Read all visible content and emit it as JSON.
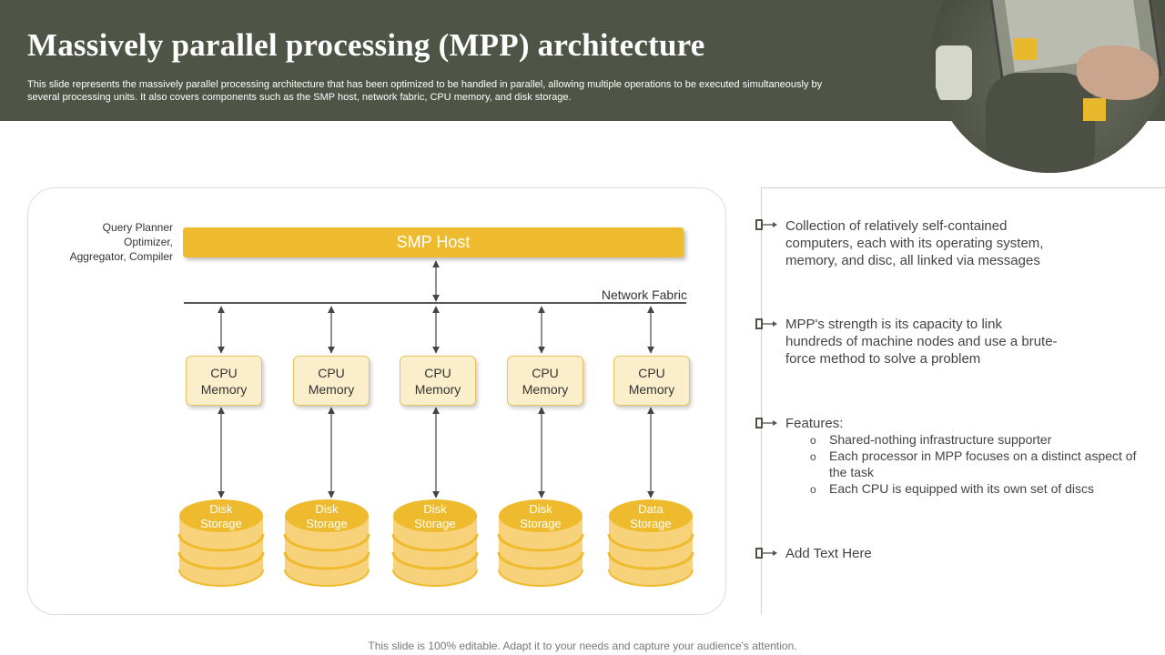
{
  "slide": {
    "title": "Massively parallel processing (MPP) architecture",
    "subtitle": "This slide represents the massively parallel processing architecture that has been optimized to be handled in parallel, allowing multiple operations to be executed simultaneously by several processing units. It also covers components such as the SMP host, network fabric, CPU memory, and disk storage.",
    "footer": "This slide is 100% editable. Adapt it to your needs and capture your audience's attention."
  },
  "diagram": {
    "host_note": "Query Planner\nOptimizer,\nAggregator, Compiler",
    "smp_host": "SMP Host",
    "network_fabric": "Network Fabric",
    "nodes": [
      {
        "cpu": "CPU\nMemory",
        "storage": "Disk\nStorage"
      },
      {
        "cpu": "CPU\nMemory",
        "storage": "Disk\nStorage"
      },
      {
        "cpu": "CPU\nMemory",
        "storage": "Disk\nStorage"
      },
      {
        "cpu": "CPU\nMemory",
        "storage": "Disk\nStorage"
      },
      {
        "cpu": "CPU\nMemory",
        "storage": "Data\nStorage"
      }
    ]
  },
  "points": {
    "p1": "Collection of relatively self-contained computers, each with its operating system, memory, and disc, all linked via messages",
    "p2": "MPP's strength is its capacity to link hundreds of machine nodes and use a brute-force method to solve a problem",
    "p3": "Features:",
    "features": [
      "Shared-nothing infrastructure supporter",
      "Each processor in MPP focuses on a distinct aspect of the task",
      "Each CPU is equipped with its own set of discs"
    ],
    "p4": "Add Text Here",
    "sub_bullet": "o"
  },
  "colors": {
    "header": "#4e5446",
    "accent": "#efbb2e",
    "cpu_fill": "#fbefcb",
    "disk_fill": "#f7d27a"
  }
}
